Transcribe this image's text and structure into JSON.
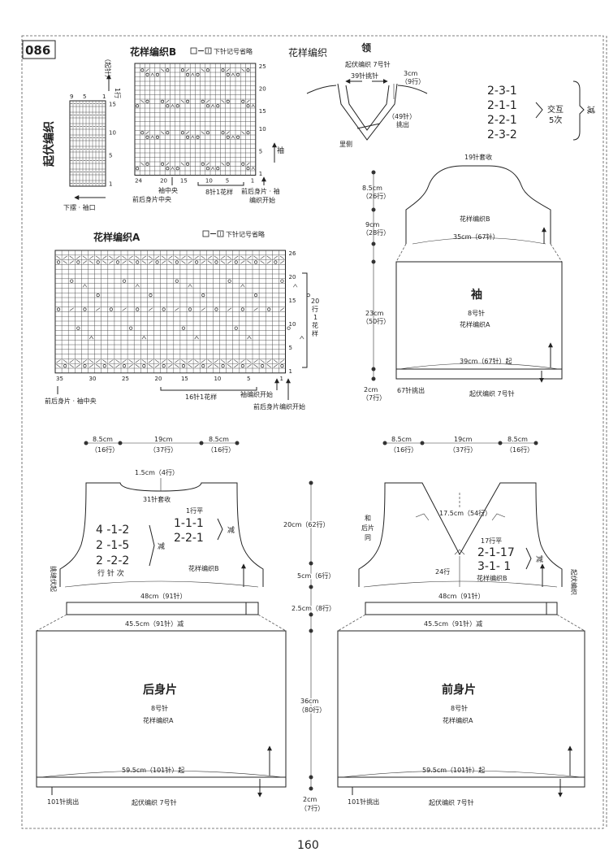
{
  "page": {
    "number": "086",
    "footer_page": "160"
  },
  "ribbing": {
    "title": "起伏编织",
    "top_label": "1行",
    "top_sub": "（起针）",
    "bottom_label": "下摆 · 袖口",
    "cols": 11,
    "rows": 15,
    "row_ticks": [
      "1",
      "5",
      "10",
      "15"
    ],
    "col_ticks": [
      "9",
      "5",
      "1"
    ]
  },
  "patB": {
    "title": "花样编织B",
    "legend": "下针记号省略",
    "cols": 24,
    "rows": 25,
    "row_ticks": [
      "25",
      "20",
      "15",
      "10",
      "5",
      "1"
    ],
    "col_ticks": [
      "24",
      "20",
      "15",
      "10",
      "5",
      "1"
    ],
    "side_label": "袖",
    "labels": [
      "袖中央",
      "前后身片中央",
      "8针1花样",
      "前后身片 · 袖",
      "编织开始"
    ]
  },
  "patA": {
    "title": "花样编织A",
    "legend": "下针记号省略",
    "cols": 35,
    "rows": 26,
    "row_ticks": [
      "26",
      "20",
      "15",
      "10",
      "5",
      "1"
    ],
    "col_ticks": [
      "35",
      "30",
      "25",
      "20",
      "15",
      "10",
      "5",
      "1"
    ],
    "repeat_rows": [
      "20",
      "行",
      "1",
      "花",
      "样"
    ],
    "labels": [
      "前后身片 · 袖中央",
      "16针1花样",
      "袖编织开始",
      "前后身片编织开始"
    ]
  },
  "collar": {
    "title_left": "花样编织",
    "title_right": "领",
    "start": "起伏编织  7号针",
    "pick": "39针挑针",
    "rows": "3cm",
    "rows_sub": "（9行）",
    "side_pick": "（49针）",
    "side_pick_sub": "挑出",
    "inside": "里侧"
  },
  "sleeve_cap": {
    "rules": [
      "2-3-1",
      "2-1-1",
      "2-2-1",
      "2-3-2"
    ],
    "repeat": [
      "交互",
      "5次"
    ],
    "decrease": "减",
    "bind_off": "19针套收",
    "pattern": "花样编织B",
    "width": "35cm（67针）",
    "cap_h": "8.5cm",
    "cap_h_sub": "（26行）",
    "upper_h": "9cm",
    "upper_h_sub": "（28行）"
  },
  "sleeve": {
    "title": "袖",
    "needle": "8号针",
    "pattern": "花样编织A",
    "body_h": "23cm",
    "body_h_sub": "（50行）",
    "cuff_h": "2cm",
    "cuff_h_sub": "（7行）",
    "cast_on": "39cm（67针）起",
    "pick": "67针挑出",
    "rib": "起伏编织  7号针"
  },
  "back": {
    "w_left": "8.5cm",
    "w_left_sub": "（16行）",
    "w_mid": "19cm",
    "w_mid_sub": "（37行）",
    "w_right": "8.5cm",
    "w_right_sub": "（16行）",
    "neck_depth": "1.5cm（4行）",
    "neck_bind": "31针套收",
    "row_flat": "1行平",
    "neck_rules": [
      "1-1-1",
      "2-2-1"
    ],
    "neck_dec": "减",
    "arm_rules": [
      "4 -1-2",
      "2 -1-5",
      "2 -2-2"
    ],
    "arm_dec": "减",
    "arm_hdr": "行  针  次",
    "pattern_b": "花样编织B",
    "chest": "48cm（91针）",
    "bind_label": "挑缝伏起",
    "waist": "45.5cm（91针）减",
    "title": "后身片",
    "needle": "8号针",
    "pattern_a": "花样编织A",
    "hem": "59.5cm（101针）起",
    "pick": "101针挑出",
    "rib": "起伏编织  7号针"
  },
  "center": {
    "yoke": "20cm（62行）",
    "armband": "5cm（6行）",
    "waistband": "2.5cm（8行）",
    "body": "36cm",
    "body_sub": "（80行）",
    "hem": "2cm",
    "hem_sub": "（7行）"
  },
  "front": {
    "w_left": "8.5cm",
    "w_left_sub": "（16行）",
    "w_mid": "19cm",
    "w_mid_sub": "（37行）",
    "w_right": "8.5cm",
    "w_right_sub": "（16行）",
    "same": [
      "和",
      "后片",
      "同"
    ],
    "v_depth": "17.5cm（54行）",
    "row_flat": "17行平",
    "v_rules": [
      "2-1-17",
      "3-1- 1"
    ],
    "v_dec": "减",
    "center_rows": "24行",
    "pattern_b": "花样编织B",
    "chest": "48cm（91针）",
    "side_label": "起伏编织",
    "waist": "45.5cm（91针）减",
    "title": "前身片",
    "needle": "8号针",
    "pattern_a": "花样编织A",
    "hem": "59.5cm（101针）起",
    "pick": "101针挑出",
    "rib": "起伏编织  7号针"
  }
}
